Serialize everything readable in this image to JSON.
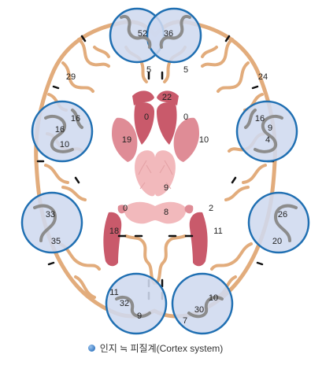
{
  "colors": {
    "cortex_fill": "#e9b98d",
    "cortex_stroke": "#c98e5d",
    "focus_circle_fill": "#cfd9ef",
    "focus_circle_stroke": "#1f6fb2",
    "deep_dark": "#c95a6b",
    "deep_mid": "#df8c96",
    "deep_light": "#f2b9bc",
    "marker": "#111111"
  },
  "circle_labels": {
    "top_left": [
      "52"
    ],
    "top_right": [
      "36"
    ],
    "upper_left": [
      "16",
      "16",
      "10"
    ],
    "upper_right": [
      "16",
      "9",
      "4"
    ],
    "mid_left": [
      "33",
      "35"
    ],
    "mid_right": [
      "26",
      "20"
    ],
    "bottom_left": [
      "11",
      "32",
      "9"
    ],
    "bottom_right": [
      "10",
      "30",
      "7"
    ]
  },
  "region_labels": {
    "left_5": "5",
    "right_5": "5",
    "left_29": "29",
    "right_24": "24",
    "center_22": "22",
    "left_0": "0",
    "right_0": "0",
    "left_19": "19",
    "right_10": "10",
    "center_9": "9",
    "center_8": "8",
    "lower_left_0": "0",
    "lower_right_2": "2",
    "left_18": "18",
    "right_11": "11"
  },
  "caption": {
    "icon": "blue-dot-icon",
    "text": "인지 ≒ 피질계(Cortex system)"
  }
}
